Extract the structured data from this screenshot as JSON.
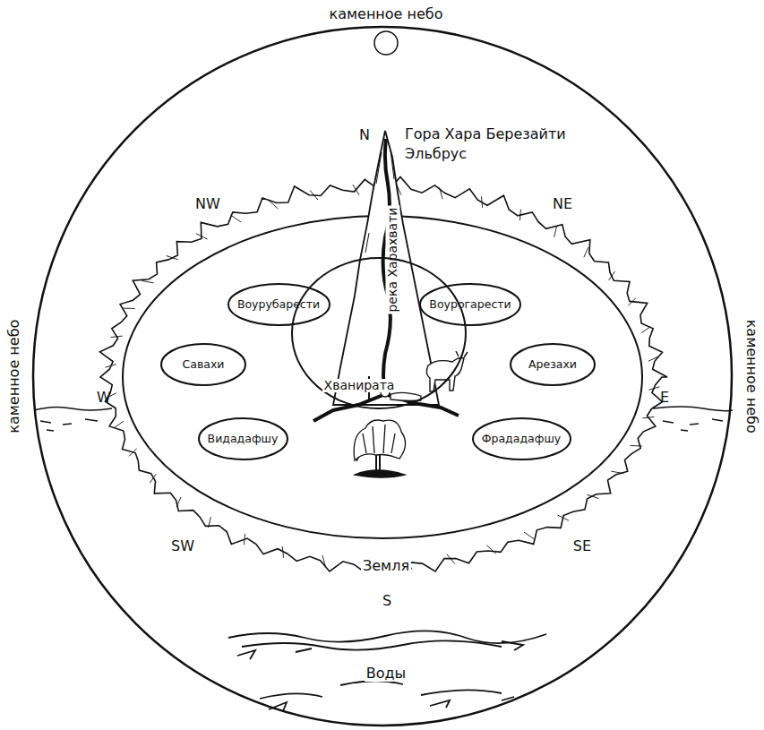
{
  "diagram": {
    "nodes": [
      {
        "text": [
          "Воурубарести"
        ]
      },
      {
        "text": [
          "Воурогарести"
        ]
      },
      {
        "text": [
          "Савахи"
        ]
      },
      {
        "text": [
          "Хванирата"
        ]
      },
      {
        "text": [
          "Арезахи"
        ]
      },
      {
        "text": [
          "Видадафшу"
        ]
      },
      {
        "text": [
          "Фрададафшу"
        ]
      }
    ],
    "labels": [
      "каменное небо",
      "N",
      "Гора Хара Березайти",
      "Эльбрус",
      "NW",
      "NE",
      "река Харахвати",
      "каменное небо",
      "W",
      "E",
      "каменное небо",
      "Земля",
      "SW",
      "SE",
      "S",
      "Воды"
    ]
  }
}
